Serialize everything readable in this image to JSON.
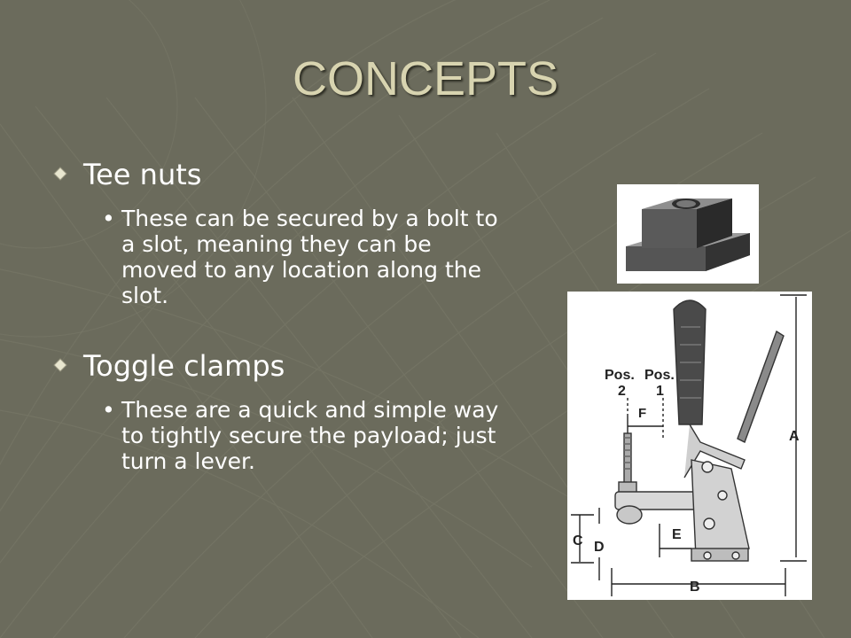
{
  "slide": {
    "title": "CONCEPTS",
    "colors": {
      "background": "#6b6b5c",
      "title": "#d8d4b0",
      "text": "#ffffff"
    }
  },
  "sections": [
    {
      "heading": "Tee nuts",
      "bullet_marker": "•",
      "detail": "These can be secured by a bolt to a slot, meaning they can be moved to any location along the slot."
    },
    {
      "heading": "Toggle clamps",
      "bullet_marker": "•",
      "detail": "These are a quick and simple way to tightly secure the payload; just turn a lever."
    }
  ],
  "figure": {
    "labels": {
      "pos2": "Pos.",
      "pos2_num": "2",
      "pos1": "Pos.",
      "pos1_num": "1",
      "a": "A",
      "b": "B",
      "c": "C",
      "d": "D",
      "e": "E",
      "f": "F"
    }
  }
}
